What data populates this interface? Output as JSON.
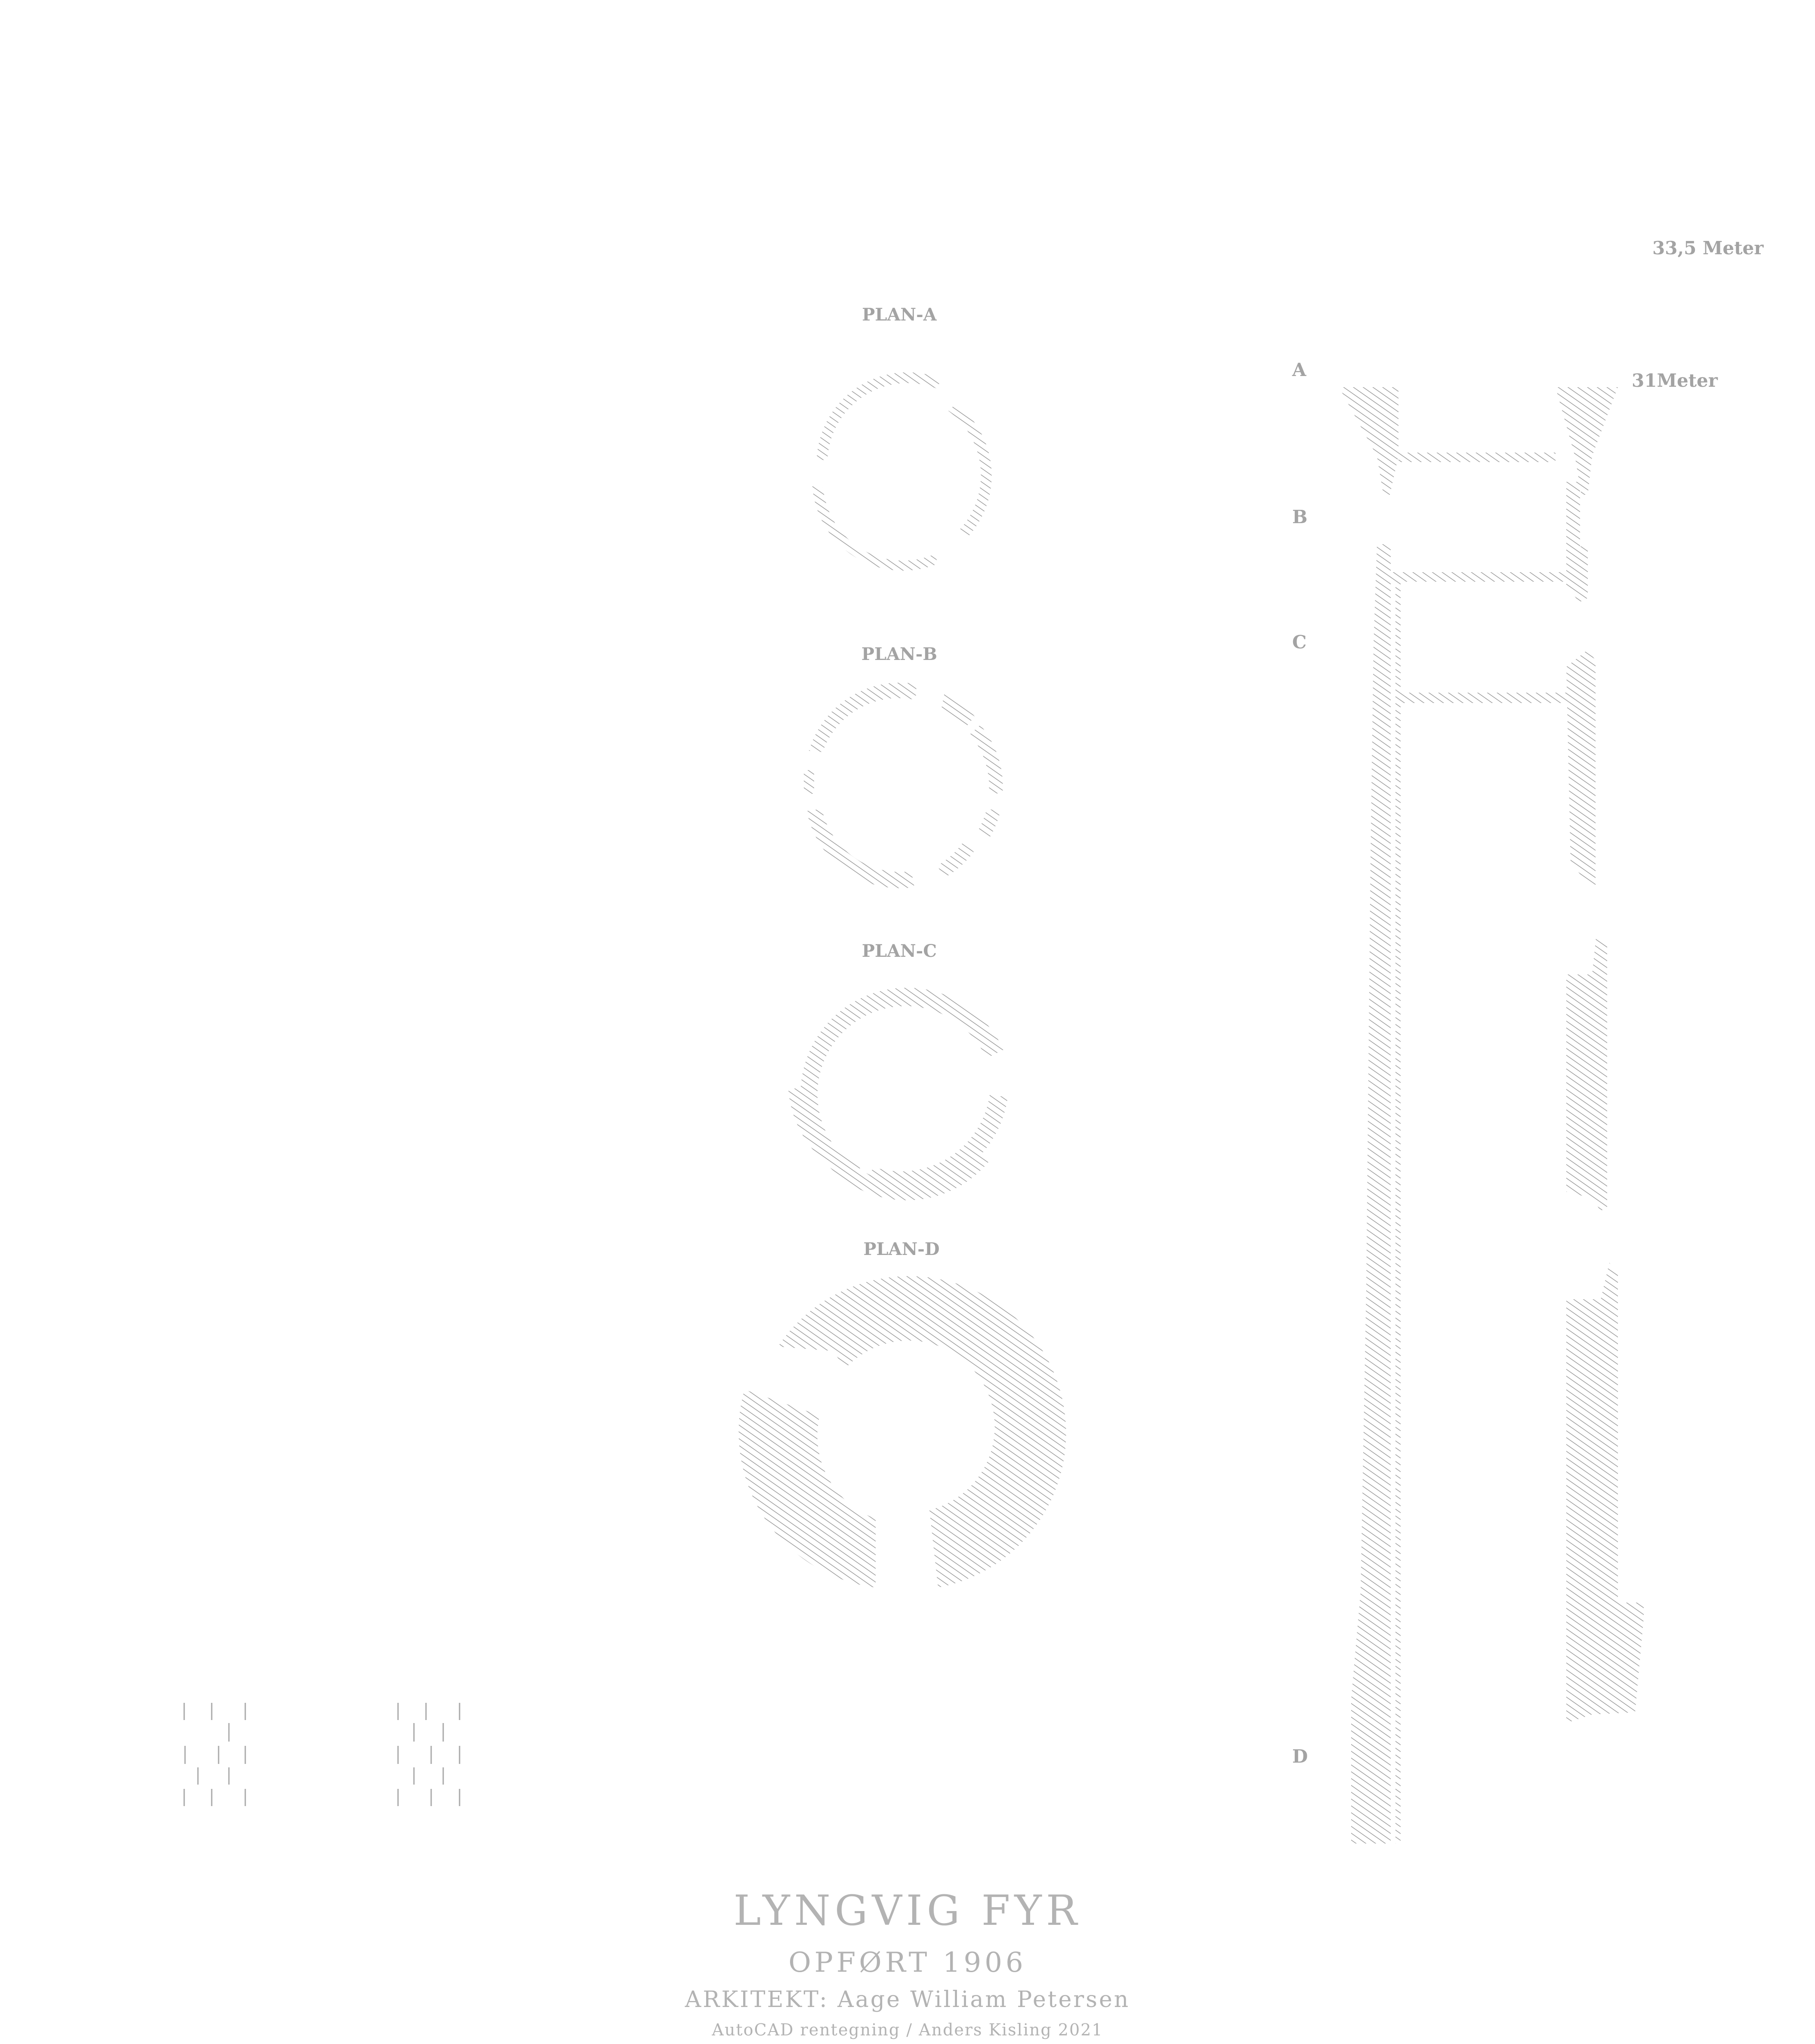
{
  "plans": [
    {
      "id": "A",
      "label": "PLAN-A"
    },
    {
      "id": "B",
      "label": "PLAN-B"
    },
    {
      "id": "C",
      "label": "PLAN-C"
    },
    {
      "id": "D",
      "label": "PLAN-D"
    }
  ],
  "section": {
    "levels": [
      "A",
      "B",
      "C",
      "D"
    ],
    "height_labels": {
      "top": "33,5 Meter",
      "upper": "31Meter"
    }
  },
  "title_block": {
    "title": "LYNGVIG FYR",
    "built": "OPFØRT 1906",
    "architect": "ARKITEKT: Aage William Petersen",
    "credit": "AutoCAD rentegning / Anders Kisling 2021"
  },
  "colors": {
    "hatch": "#9a9a9a",
    "text": "#a3a3a3",
    "title": "#b3b3b3",
    "background": "#ffffff"
  }
}
